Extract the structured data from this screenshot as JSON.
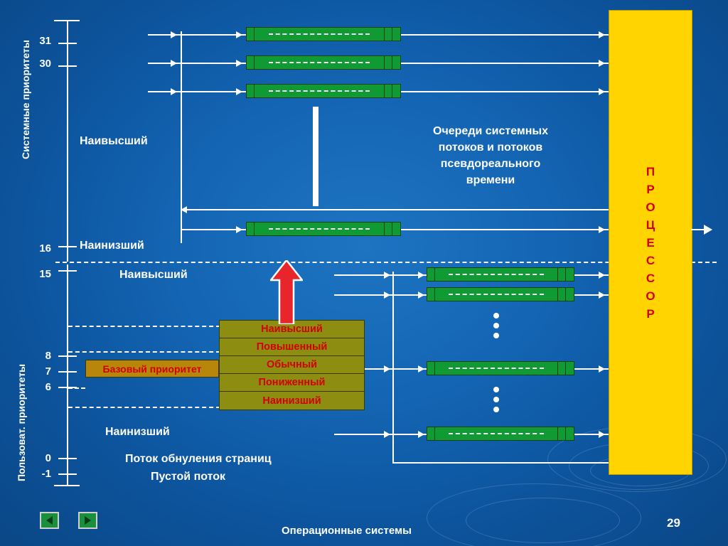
{
  "slide": {
    "footer_title": "Операционные системы",
    "number": "29"
  },
  "axes": {
    "system_axis_label": "Системные приоритеты",
    "user_axis_label": "Пользоват. приоритеты",
    "ticks": [
      "31",
      "30",
      "16",
      "15",
      "8",
      "7",
      "6",
      "0",
      "-1"
    ]
  },
  "labels": {
    "highest_system": "Наивысший",
    "lowest_system": "Наинизший",
    "highest_user": "Наивысший",
    "lowest_user": "Наинизший",
    "zero_page_thread": "Поток обнуления страниц",
    "idle_thread": "Пустой поток",
    "queues_caption": "Очереди системных\nпотоков и потоков\nпсевдореального\nвремени",
    "queues_caption_lines": [
      "Очереди системных",
      "потоков и потоков",
      "псевдореального",
      "времени"
    ]
  },
  "processor": {
    "letters": [
      "П",
      "Р",
      "О",
      "Ц",
      "Е",
      "С",
      "С",
      "О",
      "Р"
    ],
    "color": "#ffd400",
    "text_color": "#d20000"
  },
  "priority_box": {
    "base_priority_label": "Базовый приоритет",
    "rows": [
      "Наивысший",
      "Повышенный",
      "Обычный",
      "Пониженный",
      "Наинизший"
    ],
    "row_color": "#8d8d11",
    "text_color": "#d20000"
  },
  "queues": {
    "color": "#0f9a34",
    "system_count": 4,
    "user_count": 4
  },
  "nav": {
    "prev_label": "prev",
    "next_label": "next"
  }
}
